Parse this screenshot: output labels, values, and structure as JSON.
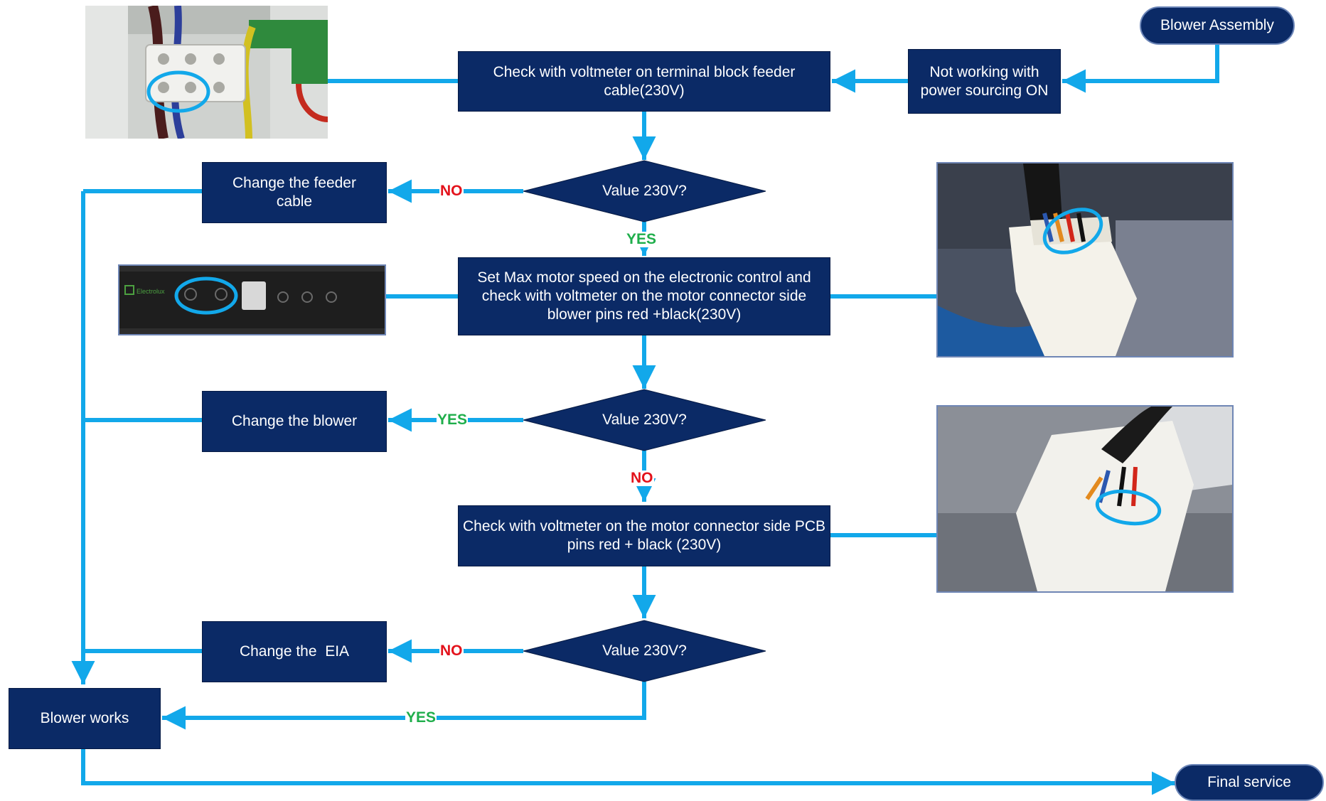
{
  "start": {
    "label": "Blower Assembly"
  },
  "end": {
    "label": "Final service"
  },
  "steps": {
    "not_working": "Not working with power sourcing ON",
    "check_feeder": "Check with voltmeter on terminal block feeder cable(230V)",
    "set_max_speed": "Set Max motor speed on the electronic control and check with voltmeter on the motor connector side blower pins red +black(230V)",
    "check_pcb": "Check with voltmeter on the motor connector side PCB pins red + black (230V)",
    "change_feeder": "Change the feeder cable",
    "change_blower": "Change the blower",
    "change_eia": "Change the  EIA",
    "blower_works": "Blower works"
  },
  "decisions": {
    "d1": "Value 230V?",
    "d2": "Value 230V?",
    "d3": "Value 230V?"
  },
  "edge_labels": {
    "d1_no": "NO",
    "d1_yes": "YES",
    "d2_yes": "YES",
    "d2_no": "NO",
    "d3_no": "NO",
    "d3_yes": "YES"
  },
  "photos": {
    "control_panel_brand": "Electrolux"
  },
  "colors": {
    "box_fill": "#0b2a66",
    "connector": "#12a8ea",
    "yes_label": "#1fae4b",
    "no_label": "#e3121b"
  }
}
